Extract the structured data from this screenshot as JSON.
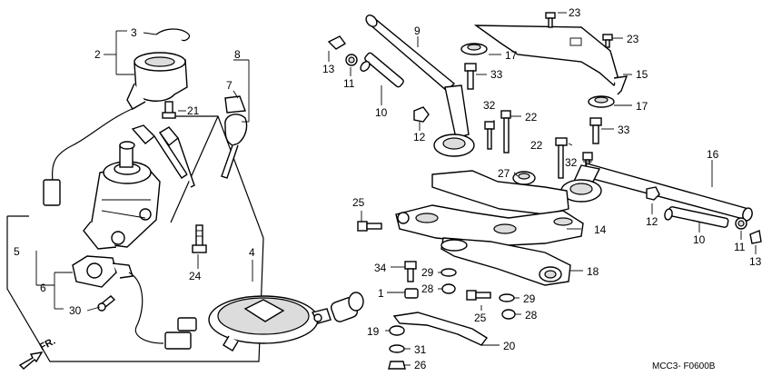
{
  "diagram_code": "MCC3- F0600B",
  "direction_label": "FR.",
  "callouts": [
    "1",
    "2",
    "3",
    "4",
    "5",
    "6",
    "7",
    "8",
    "9",
    "10",
    "11",
    "12",
    "13",
    "14",
    "15",
    "16",
    "17",
    "18",
    "19",
    "20",
    "21",
    "22",
    "23",
    "24",
    "25",
    "26",
    "27",
    "28",
    "29",
    "30",
    "31",
    "32",
    "33",
    "34"
  ],
  "labels": {
    "c1": "1",
    "c2": "2",
    "c3": "3",
    "c4": "4",
    "c5": "5",
    "c6": "6",
    "c7": "7",
    "c8": "8",
    "c9": "9",
    "c10a": "10",
    "c10b": "10",
    "c11a": "11",
    "c11b": "11",
    "c12a": "12",
    "c12b": "12",
    "c13a": "13",
    "c13b": "13",
    "c14": "14",
    "c15": "15",
    "c16": "16",
    "c17a": "17",
    "c17b": "17",
    "c18": "18",
    "c19": "19",
    "c20": "20",
    "c21": "21",
    "c22a": "22",
    "c22b": "22",
    "c23a": "23",
    "c23b": "23",
    "c24": "24",
    "c25a": "25",
    "c25b": "25",
    "c26": "26",
    "c27": "27",
    "c28a": "28",
    "c28b": "28",
    "c29a": "29",
    "c29b": "29",
    "c30": "30",
    "c31": "31",
    "c32a": "32",
    "c32b": "32",
    "c33a": "33",
    "c33b": "33",
    "c34": "34"
  }
}
